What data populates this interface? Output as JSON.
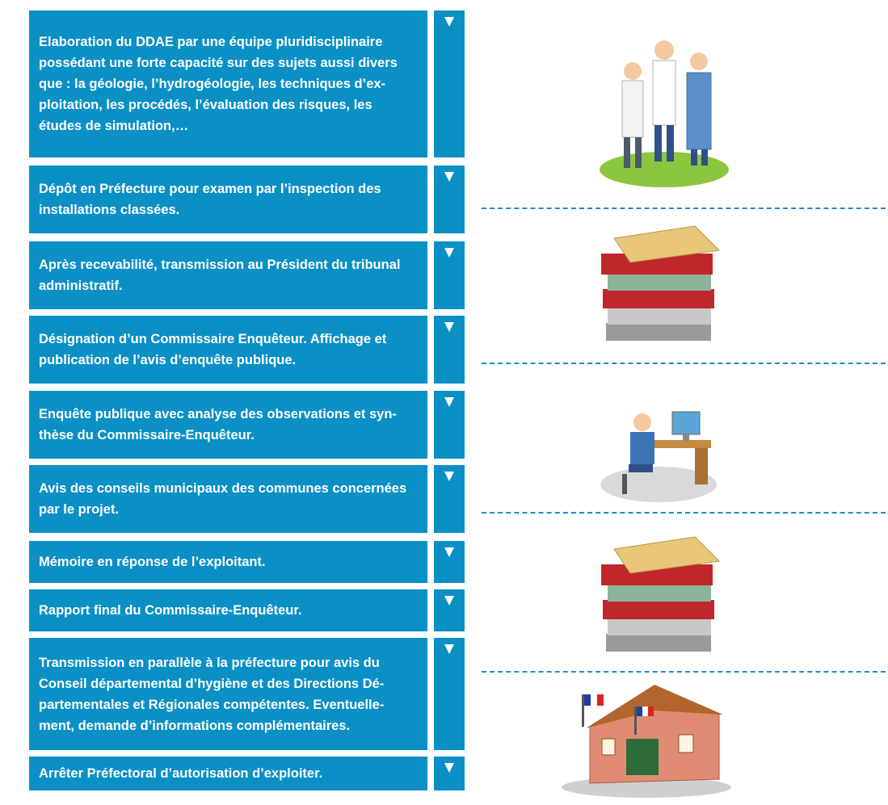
{
  "steps": [
    {
      "text": "Elaboration du DDAE par une équipe pluridisciplinaire\npossédant une forte capacité sur des sujets aussi divers\nque : la géologie, l’hydrogéologie, les techniques d’ex-\nploitation, les procédés, l’évaluation des risques, les\nétudes de simulation,…",
      "arrow": "▼"
    },
    {
      "text": "Dépôt en Préfecture pour examen par l’inspection des\ninstallations classées.",
      "arrow": "▼"
    },
    {
      "text": "Après recevabilité, transmission au Président du tribunal\nadministratif.",
      "arrow": "▼"
    },
    {
      "text": "Désignation d’un Commissaire Enquêteur. Affichage et\npublication de l’avis d’enquête publique.",
      "arrow": "▼"
    },
    {
      "text": "Enquête publique avec analyse des observations et syn-\nthèse du Commissaire-Enquêteur.",
      "arrow": "▼"
    },
    {
      "text": "Avis des conseils municipaux des communes concernées\npar le projet.",
      "arrow": "▼"
    },
    {
      "text": "Mémoire en réponse de l’exploitant.",
      "arrow": "▼"
    },
    {
      "text": "Rapport final du Commissaire-Enquêteur.",
      "arrow": "▼"
    },
    {
      "text": "Transmission en parallèle à la préfecture pour avis du\nConseil départemental d’hygiène et des Directions Dé-\npartementales et Régionales compétentes. Eventuelle-\nment, demande d’informations complémentaires.",
      "arrow": "▼"
    },
    {
      "text": "Arrêter Préfectoral d’autorisation d’exploiter.",
      "arrow": "▼"
    }
  ],
  "illustrations": [
    "experts-team-icon",
    "document-stack-icon",
    "office-worker-icon",
    "document-stack-icon",
    "town-hall-icon"
  ],
  "colors": {
    "box": "#0b90c6",
    "separator": "#1a8fc4"
  }
}
